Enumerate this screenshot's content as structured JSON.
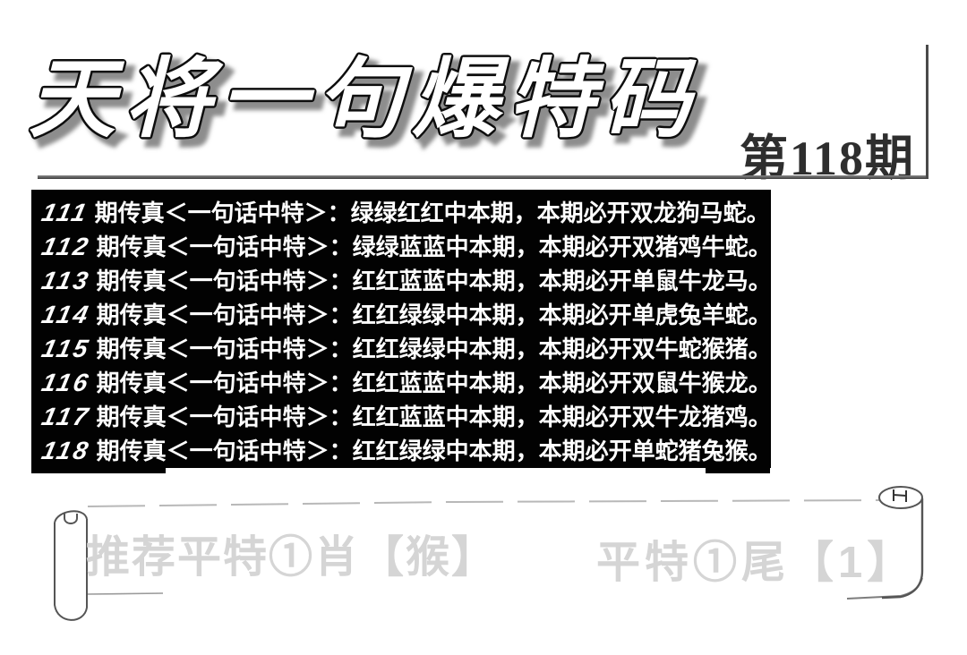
{
  "header": {
    "title": "天将一句爆特码",
    "issue": "第118期"
  },
  "fax_box": {
    "lines": [
      {
        "num": "111",
        "text": "期传真＜一句话中特＞：绿绿红红中本期，本期必开双龙狗马蛇。"
      },
      {
        "num": "112",
        "text": "期传真＜一句话中特＞：绿绿蓝蓝中本期，本期必开双猪鸡牛蛇。"
      },
      {
        "num": "113",
        "text": "期传真＜一句话中特＞：红红蓝蓝中本期，本期必开单鼠牛龙马。"
      },
      {
        "num": "114",
        "text": "期传真＜一句话中特＞：红红绿绿中本期，本期必开单虎兔羊蛇。"
      },
      {
        "num": "115",
        "text": "期传真＜一句话中特＞：红红绿绿中本期，本期必开双牛蛇猴猪。"
      },
      {
        "num": "116",
        "text": "期传真＜一句话中特＞：红红蓝蓝中本期，本期必开双鼠牛猴龙。"
      },
      {
        "num": "117",
        "text": "期传真＜一句话中特＞：红红蓝蓝中本期，本期必开双牛龙猪鸡。"
      },
      {
        "num": "118",
        "text": "期传真＜一句话中特＞：红红绿绿中本期，本期必开单蛇猪兔猴。"
      }
    ]
  },
  "banner": {
    "left_text": "推荐平特①肖【猴】",
    "right_text": "平特①尾【1】"
  },
  "colors": {
    "box_bg": "#020202",
    "box_text": "#ffffff",
    "banner_text": "#d5d5d5",
    "rule": "#4a4a4a",
    "issue_text": "#2e2e2e",
    "title_fill": "#ffffff",
    "title_stroke": "#0d0d0d"
  }
}
